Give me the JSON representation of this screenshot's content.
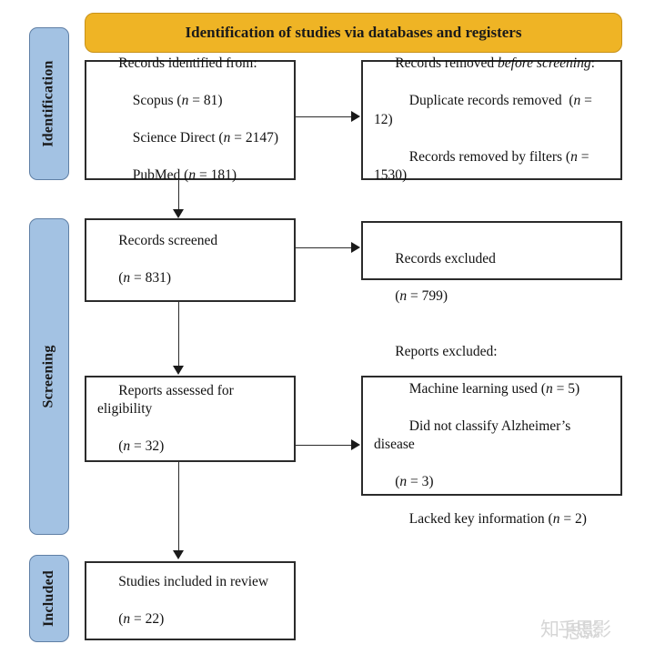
{
  "diagram": {
    "title": "Identification of studies via databases and registers",
    "phases": [
      {
        "id": "identification",
        "label": "Identification"
      },
      {
        "id": "screening",
        "label": "Screening"
      },
      {
        "id": "included",
        "label": "Included"
      }
    ],
    "boxes": {
      "records_identified": {
        "line1": "Records identified from:",
        "line2": "    Scopus (",
        "line2_italic": "n",
        "line2_end": " = 81)",
        "line3": "    Science Direct (",
        "line3_italic": "n",
        "line3_end": " = 2147)",
        "line4": "    PubMed (",
        "line4_italic": "n",
        "line4_end": " = 181)"
      },
      "records_removed": {
        "line1_a": "Records removed ",
        "line1_italic": "before screening",
        "line1_b": ":",
        "line2": "    Duplicate records removed  (",
        "line2_italic": "n",
        "line2_end": " = 12)",
        "line3": "    Records removed by filters (",
        "line3_italic": "n",
        "line3_end": " = 1530)"
      },
      "records_screened": {
        "line1": "Records screened",
        "line2_open": "(",
        "line2_italic": "n",
        "line2_end": " = 831)"
      },
      "records_excluded": {
        "line1": "Records excluded",
        "line2_open": "(",
        "line2_italic": "n",
        "line2_end": " = 799)"
      },
      "reports_assessed": {
        "line1": "Reports assessed for eligibility",
        "line2_open": "(",
        "line2_italic": "n",
        "line2_end": " = 32)"
      },
      "reports_excluded": {
        "line1": "Reports excluded:",
        "line2": "    Machine learning used (",
        "line2_italic": "n",
        "line2_end": " = 5)",
        "line3": "    Did not classify Alzheimer’s disease",
        "line4_open": "(",
        "line4_italic": "n",
        "line4_end": " = 3)",
        "line5": "    Lacked key information (",
        "line5_italic": "n",
        "line5_end": " = 2)"
      },
      "studies_included": {
        "line1": "Studies included in review",
        "line2_open": "(",
        "line2_italic": "n",
        "line2_end": " = 22)"
      }
    },
    "colors": {
      "banner": "#efb425",
      "phase": "#a3c2e3",
      "box_border": "#2b2b2b",
      "text": "#111111"
    },
    "watermark": {
      "text_a": "知乎思影",
      "text_b": "思影"
    }
  }
}
